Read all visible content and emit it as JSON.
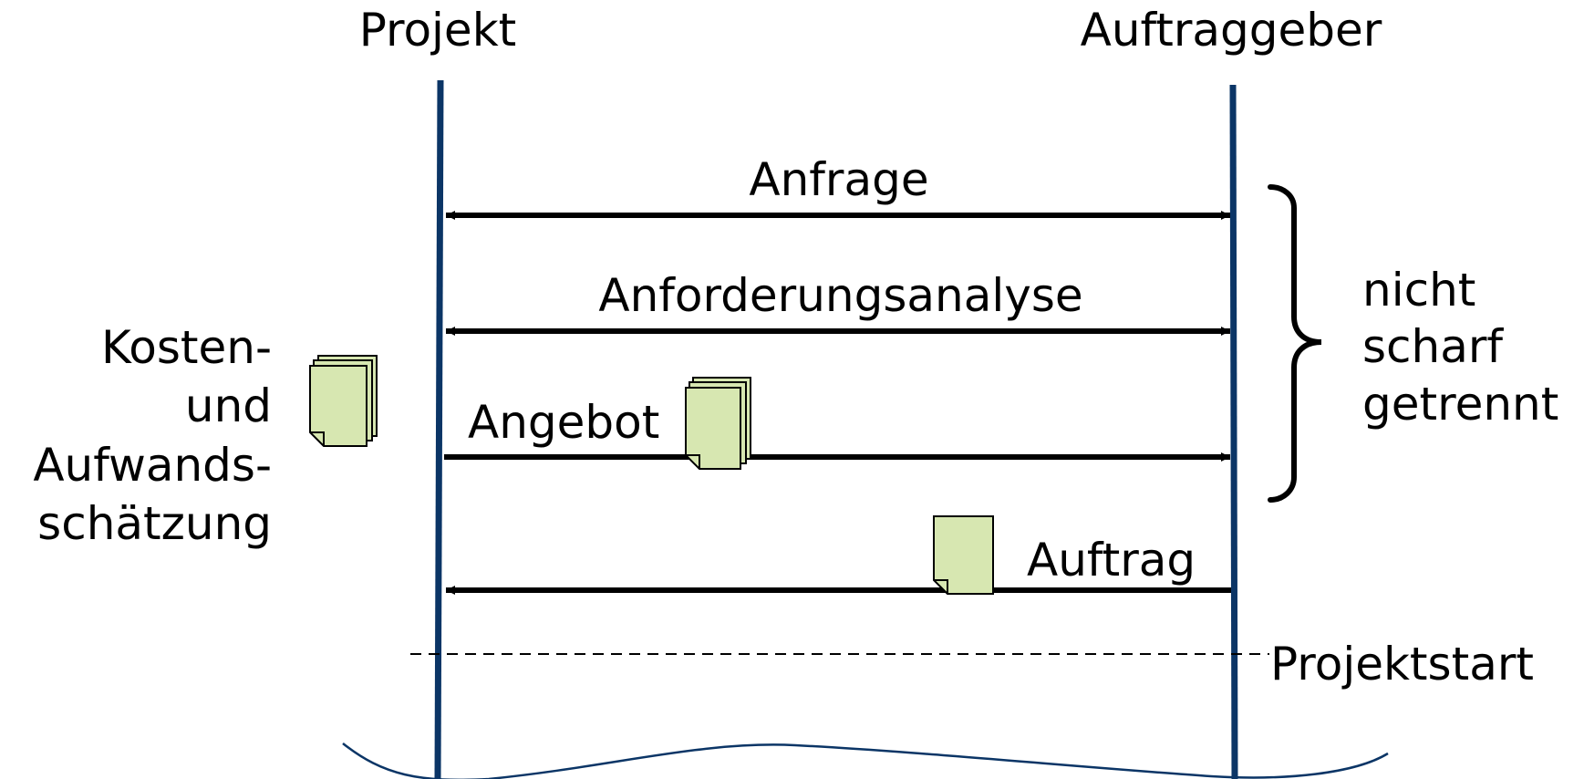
{
  "colors": {
    "lifeline": "#0b3566",
    "arrow": "#000000",
    "document_fill": "#d7e7b1",
    "document_stroke": "#000000",
    "text": "#000000"
  },
  "participants": {
    "left": "Projekt",
    "right": "Auftraggeber"
  },
  "messages": {
    "anfrage": "Anfrage",
    "anforderungsanalyse": "Anforderungsanalyse",
    "angebot": "Angebot",
    "auftrag": "Auftrag"
  },
  "side_note": {
    "line1": "Kosten-",
    "line2": "und",
    "line3": "Aufwands-",
    "line4": "schätzung"
  },
  "bracket_note": {
    "line1": "nicht",
    "line2": "scharf",
    "line3": "getrennt"
  },
  "milestone": "Projektstart"
}
